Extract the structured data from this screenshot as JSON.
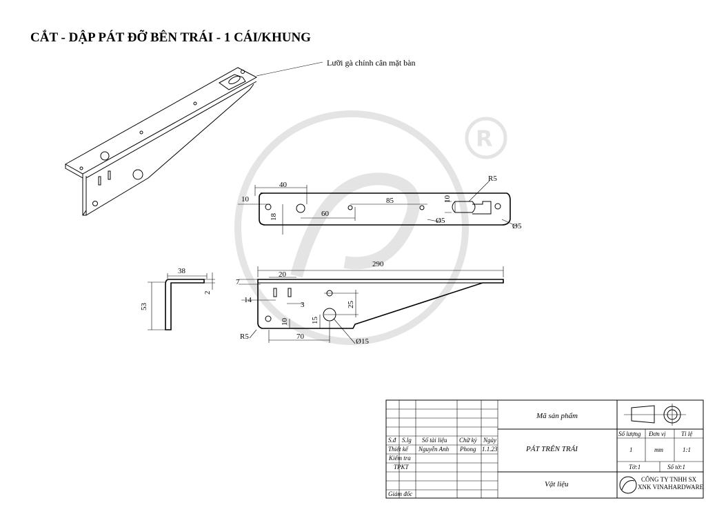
{
  "drawing": {
    "title": "CẮT - DẬP PÁT ĐỠ BÊN TRÁI - 1 CÁI/KHUNG",
    "callout": "Lưỡi gà chỉnh cân mặt bàn"
  },
  "top_view_dims": {
    "d40": "40",
    "d10a": "10",
    "d18": "18",
    "d60": "60",
    "d85": "85",
    "d10b": "10",
    "r5": "R5",
    "phi5a": "Ø5",
    "phi5b": "Ø5"
  },
  "side_view_dims": {
    "d38": "38",
    "d2": "2",
    "d53": "53"
  },
  "front_view_dims": {
    "d290": "290",
    "d20": "20",
    "d7": "7",
    "d14": "14",
    "d3": "3",
    "d25": "25",
    "d15": "15",
    "d10": "10",
    "d70": "70",
    "r5": "R5",
    "phi15": "Ø15"
  },
  "title_block": {
    "product_code_label": "Mã sản phẩm",
    "col_sd": "S.đ",
    "col_slg": "S.lg",
    "col_doc": "Số tài liệu",
    "col_sign": "Chữ ký",
    "col_date": "Ngày",
    "row_designer": "Thiết kế",
    "designer_name": "Nguyễn Anh",
    "signer": "Phong",
    "date": "1.1.23",
    "row_check": "Kiểm tra",
    "row_tpkt": "TPKT",
    "row_director": "Giám đốc",
    "part_name": "PÁT TRÊN TRÁI",
    "qty_label": "Số lượng",
    "unit_label": "Đơn vị",
    "scale_label": "Tỉ lệ",
    "qty": "1",
    "unit": "mm",
    "scale": "1:1",
    "sheet": "Tờ:1",
    "sheets": "Số tờ:1",
    "material_label": "Vật liệu",
    "company_line1": "CÔNG TY TNHH SX",
    "company_line2": "XNK VINAHARDWARE"
  }
}
